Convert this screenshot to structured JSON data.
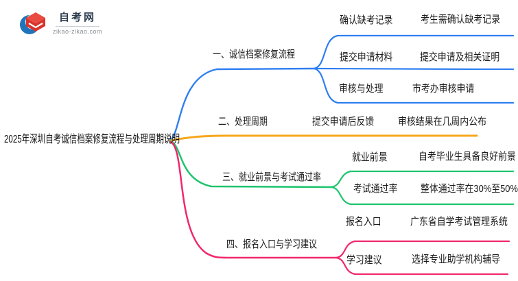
{
  "logo": {
    "title": "自考网",
    "domain": "zikao-zikao.com"
  },
  "colors": {
    "branch1": "#2e7ef2",
    "branch2": "#f7a71c",
    "branch3": "#1cc46d",
    "branch4": "#f2276e",
    "text": "#1b1b1b",
    "logo_blue": "#2273b9",
    "logo_red_top": "#ea4b41",
    "logo_red_front": "#d8342c"
  },
  "central": {
    "title": "2025年深圳自考诚信档案修复流程与处理周期说明"
  },
  "branches": [
    {
      "label": "一、诚信档案修复流程",
      "children": [
        {
          "label": "确认缺考记录",
          "value": "考生需确认缺考记录"
        },
        {
          "label": "提交申请材料",
          "value": "提交申请及相关证明"
        },
        {
          "label": "审核与处理",
          "value": "市考办审核申请"
        }
      ]
    },
    {
      "label": "二、处理周期",
      "children": [
        {
          "label": "提交申请后反馈",
          "value": "审核结果在几周内公布"
        }
      ]
    },
    {
      "label": "三、就业前景与考试通过率",
      "children": [
        {
          "label": "就业前景",
          "value": "自考毕业生具备良好前景"
        },
        {
          "label": "考试通过率",
          "value": "整体通过率在30%至50%"
        }
      ]
    },
    {
      "label": "四、报名入口与学习建议",
      "children": [
        {
          "label": "报名入口",
          "value": "广东省自学考试管理系统"
        },
        {
          "label": "学习建议",
          "value": "选择专业助学机构辅导"
        }
      ]
    }
  ]
}
